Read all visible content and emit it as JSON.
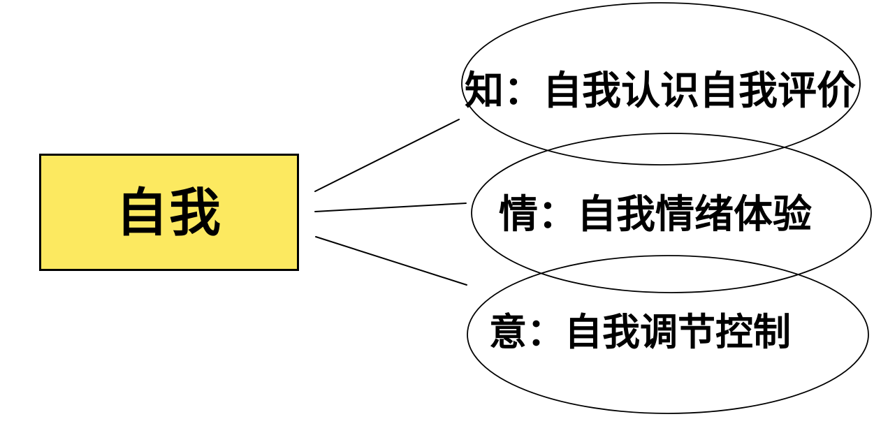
{
  "diagram": {
    "root": {
      "label": "自我"
    },
    "branches": [
      {
        "id": "cognition",
        "label": "知：自我认识自我评价"
      },
      {
        "id": "emotion",
        "label": "情：自我情绪体验"
      },
      {
        "id": "volition",
        "label": "意：自我调节控制"
      }
    ],
    "colors": {
      "background": "#FFFFFF",
      "root_fill": "#FCE960",
      "outline": "#000000",
      "text": "#000000"
    }
  }
}
